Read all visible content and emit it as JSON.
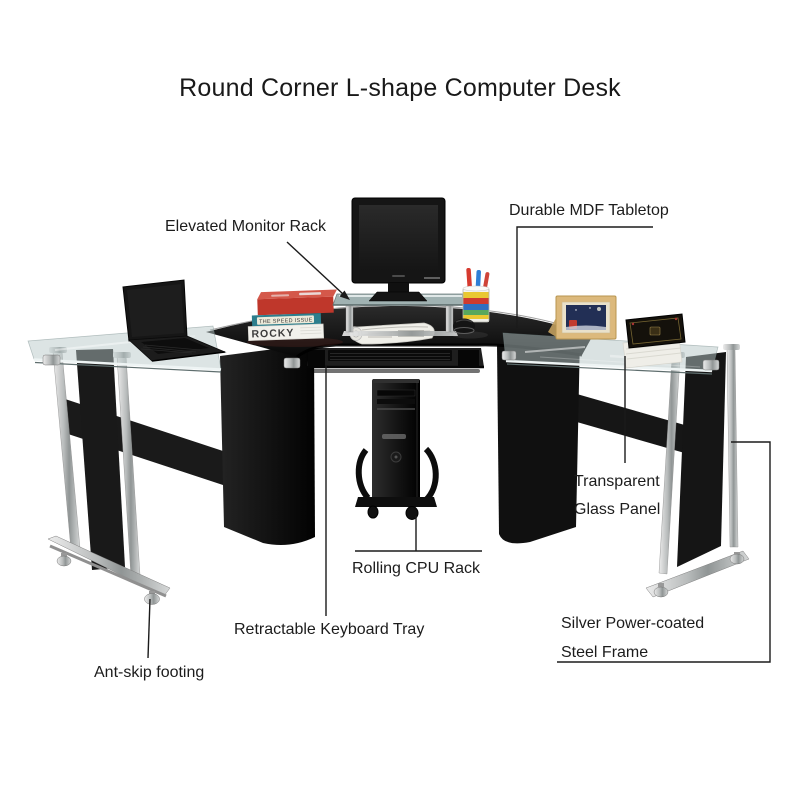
{
  "title": "Round Corner L-shape Computer Desk",
  "callouts": {
    "elevated_monitor_rack": {
      "label": "Elevated Monitor Rack"
    },
    "durable_mdf_tabletop": {
      "label": "Durable MDF Tabletop"
    },
    "transparent_glass_panel": {
      "line1": "Transparent",
      "line2": "Glass Panel"
    },
    "rolling_cpu_rack": {
      "label": "Rolling CPU Rack"
    },
    "retractable_keyboard_tray": {
      "label": "Retractable Keyboard Tray"
    },
    "ant_skip_footing": {
      "label": "Ant-skip footing"
    },
    "silver_steel_frame": {
      "line1": "Silver Power-coated",
      "line2": "Steel Frame"
    }
  },
  "objects": {
    "white_book_spine_text": "ROCKY",
    "teal_book_spine_text": "THE SPEED ISSUE"
  },
  "colors": {
    "background": "#ffffff",
    "annotation_text": "#1c1c1c",
    "desk_black": "#141414",
    "steel_silver": "#c7c7c7",
    "glass_tint": "#cfdede",
    "red_book": "#bf372b",
    "teal_book": "#2d7e8d",
    "frame_wood": "#dcb97c"
  }
}
